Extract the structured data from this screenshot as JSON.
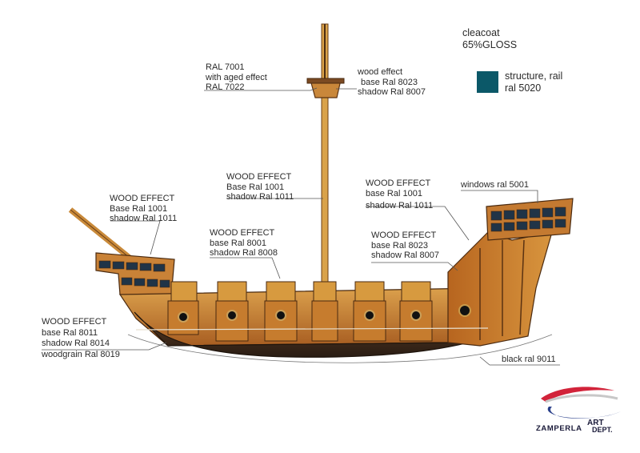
{
  "labels": {
    "mast_top": [
      "RAL 7001",
      "with aged effect",
      "RAL 7022"
    ],
    "crows_nest": [
      "wood effect",
      "base Ral 8023",
      "shadow Ral 8007"
    ],
    "clearcoat": [
      "cleacoat",
      "65%GLOSS"
    ],
    "structure": [
      "structure, rail",
      "ral 5020"
    ],
    "mast_mid": [
      "WOOD EFFECT",
      "Base Ral 1001",
      "shadow Ral 1011"
    ],
    "bow": [
      "WOOD EFFECT",
      "Base Ral 1001",
      "shadow Ral 1011"
    ],
    "stern_upper": [
      "WOOD EFFECT",
      "base Ral 1001",
      "shadow Ral 1011"
    ],
    "windows": [
      "windows ral 5001"
    ],
    "turrets": [
      "WOOD EFFECT",
      "base Ral 8001",
      "shadow Ral 8008"
    ],
    "stern_lower": [
      "WOOD EFFECT",
      "base Ral 8023",
      "shadow Ral 8007"
    ],
    "hull": [
      "WOOD EFFECT",
      "base Ral 8011",
      "shadow Ral 8014",
      "woodgrain Ral 8019"
    ],
    "keel": [
      "black ral 9011"
    ]
  },
  "colors": {
    "structure_swatch": "#0b5868",
    "wood_light": "#d79a3f",
    "wood_mid": "#b86a24",
    "wood_dark": "#7a3f18",
    "hull_dark": "#3a2a1e",
    "windows": "#21364a",
    "leader": "#555555"
  },
  "logo": {
    "line1": "ZAMPERLA",
    "line2": "ART",
    "line3": "DEPT."
  }
}
